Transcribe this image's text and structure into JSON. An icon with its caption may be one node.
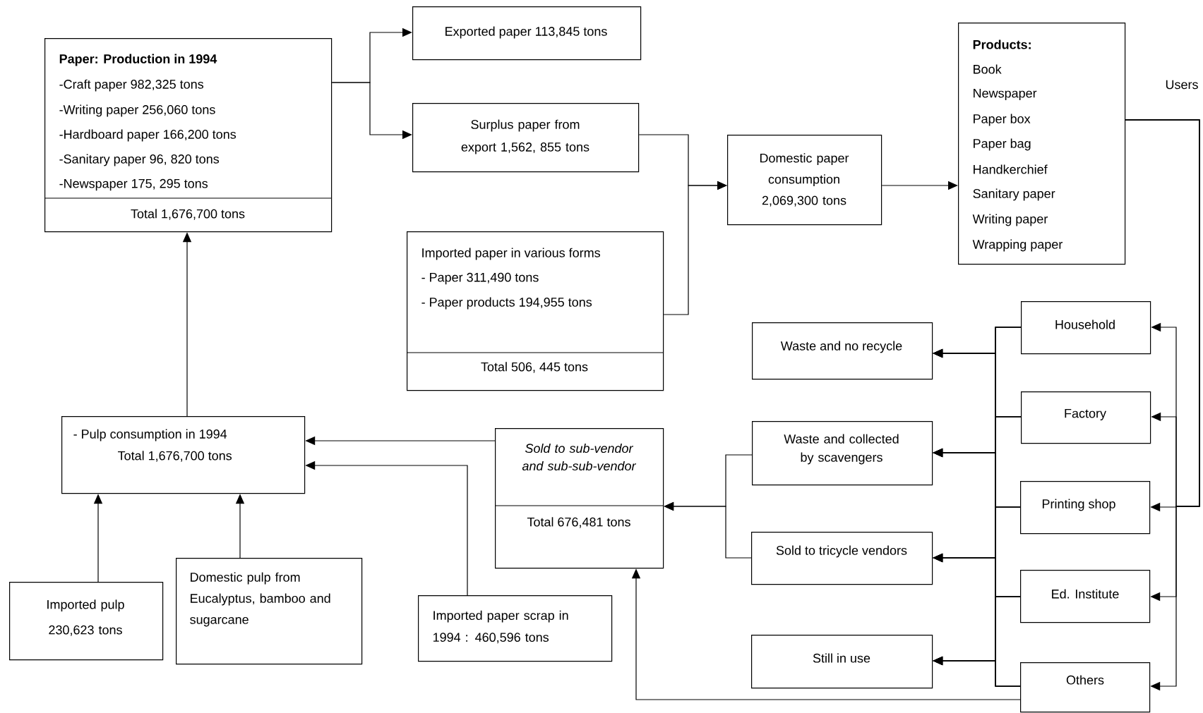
{
  "diagram": {
    "nodes": [
      {
        "text": [
          "Paper: Production in 1994",
          "-Craft paper 982,325 tons",
          "-Writing paper 256,060 tons",
          "-Hardboard paper 166,200 tons",
          "-Sanitary paper 96, 820 tons",
          "-Newspaper 175, 295 tons",
          "Total 1,676,700 tons"
        ]
      },
      {
        "text": [
          "Exported paper 113,845 tons"
        ]
      },
      {
        "text": [
          "Surplus paper from export 1,562, 855 tons"
        ]
      },
      {
        "text": [
          "Imported paper in various forms",
          "- Paper 311,490 tons",
          "- Paper products 194,955 tons",
          "Total 506, 445 tons"
        ]
      },
      {
        "text": [
          "Domestic paper consumption 2,069,300 tons"
        ]
      },
      {
        "text": [
          "Products:",
          "Book",
          "Newspaper",
          "Paper box",
          "Paper bag",
          "Handkerchief",
          "Sanitary paper",
          "Writing paper",
          "Wrapping paper"
        ]
      },
      {
        "text": [
          "Household"
        ]
      },
      {
        "text": [
          "Waste and no recycle"
        ]
      },
      {
        "text": [
          "Factory"
        ]
      },
      {
        "text": [
          "Waste and collected by scavengers"
        ]
      },
      {
        "text": [
          "Printing shop"
        ]
      },
      {
        "text": [
          "Sold to tricycle vendors"
        ]
      },
      {
        "text": [
          "Ed. Institute"
        ]
      },
      {
        "text": [
          "Still in use"
        ]
      },
      {
        "text": [
          "Others"
        ]
      },
      {
        "text": [
          "- Pulp consumption in 1994",
          "Total 1,676,700 tons"
        ]
      },
      {
        "text": [
          "Sold to sub-vendor and sub-sub-vendor",
          "Total 676,481 tons"
        ]
      },
      {
        "text": [
          "Imported pulp 230,623 tons"
        ]
      },
      {
        "text": [
          "Domestic pulp from Eucalyptus, bamboo and sugarcane"
        ]
      },
      {
        "text": [
          "Imported paper scrap in 1994 : 460,596 tons"
        ]
      }
    ],
    "edges": [
      {
        "from": 0,
        "to": 1,
        "arrow": "to"
      },
      {
        "from": 0,
        "to": 2,
        "arrow": "to"
      },
      {
        "from": 2,
        "to": 4,
        "arrow": "to"
      },
      {
        "from": 3,
        "to": 4,
        "arrow": "to"
      },
      {
        "from": 4,
        "to": 5,
        "arrow": "to"
      },
      {
        "from": 5,
        "to": 6,
        "arrow": "to",
        "label": "Users"
      },
      {
        "from": 5,
        "to": 8,
        "arrow": "to"
      },
      {
        "from": 5,
        "to": 10,
        "arrow": "to"
      },
      {
        "from": 5,
        "to": 12,
        "arrow": "to"
      },
      {
        "from": 5,
        "to": 14,
        "arrow": "to"
      },
      {
        "from": 6,
        "to": 7,
        "arrow": "to"
      },
      {
        "from": 6,
        "to": 9,
        "arrow": "to"
      },
      {
        "from": 6,
        "to": 11,
        "arrow": "to"
      },
      {
        "from": 6,
        "to": 13,
        "arrow": "to"
      },
      {
        "from": 8,
        "to": 7,
        "arrow": "to"
      },
      {
        "from": 8,
        "to": 9,
        "arrow": "to"
      },
      {
        "from": 8,
        "to": 11,
        "arrow": "to"
      },
      {
        "from": 8,
        "to": 13,
        "arrow": "to"
      },
      {
        "from": 10,
        "to": 7,
        "arrow": "to"
      },
      {
        "from": 10,
        "to": 9,
        "arrow": "to"
      },
      {
        "from": 10,
        "to": 11,
        "arrow": "to"
      },
      {
        "from": 10,
        "to": 13,
        "arrow": "to"
      },
      {
        "from": 12,
        "to": 7,
        "arrow": "to"
      },
      {
        "from": 12,
        "to": 9,
        "arrow": "to"
      },
      {
        "from": 12,
        "to": 11,
        "arrow": "to"
      },
      {
        "from": 12,
        "to": 13,
        "arrow": "to"
      },
      {
        "from": 14,
        "to": 7,
        "arrow": "to"
      },
      {
        "from": 14,
        "to": 9,
        "arrow": "to"
      },
      {
        "from": 14,
        "to": 11,
        "arrow": "to"
      },
      {
        "from": 14,
        "to": 13,
        "arrow": "to"
      },
      {
        "from": 9,
        "to": 16,
        "arrow": "to"
      },
      {
        "from": 11,
        "to": 16,
        "arrow": "to"
      },
      {
        "from": 14,
        "to": 16,
        "arrow": "to"
      },
      {
        "from": 16,
        "to": 15,
        "arrow": "to"
      },
      {
        "from": 19,
        "to": 15,
        "arrow": "to"
      },
      {
        "from": 15,
        "to": 0,
        "arrow": "to"
      },
      {
        "from": 17,
        "to": 15,
        "arrow": "to"
      },
      {
        "from": 18,
        "to": 15,
        "arrow": "to"
      }
    ]
  }
}
